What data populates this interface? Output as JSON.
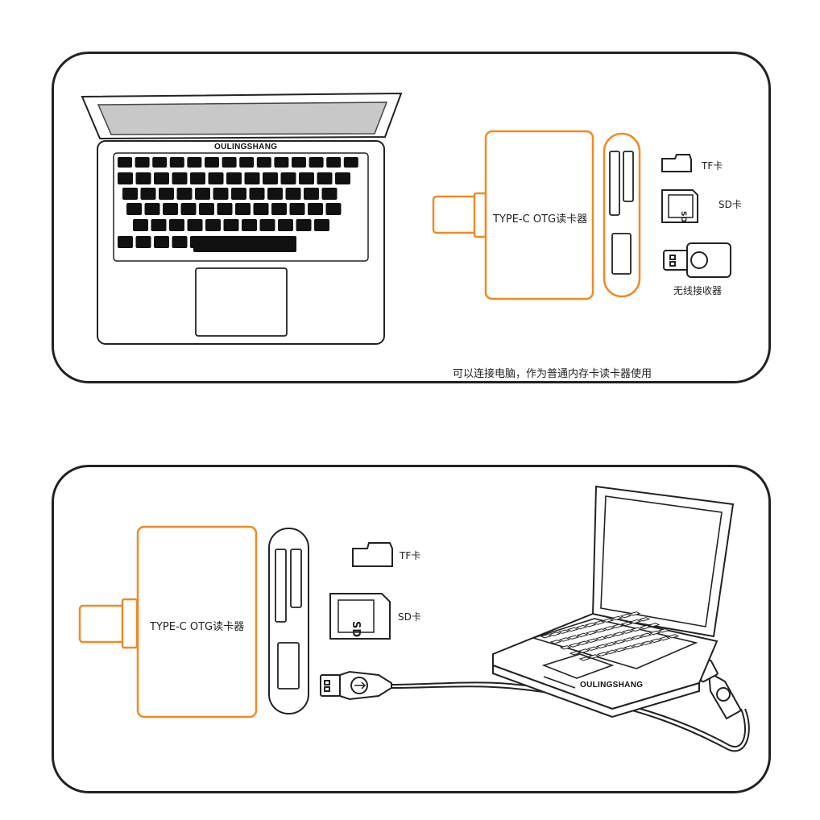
{
  "top_panel": {
    "laptop_brand": "OULINGSHANG",
    "reader_label": "TYPE-C  OTG读卡器",
    "items": {
      "tf": "TF卡",
      "sd": "SD卡",
      "receiver": "无线接收器"
    },
    "caption": "可以连接电脑，作为普通内存卡读卡器使用"
  },
  "bottom_panel": {
    "reader_label": "TYPE-C  OTG读卡器",
    "items": {
      "tf": "TF卡",
      "sd": "SD卡"
    },
    "laptop_brand": "OULINGSHANG"
  },
  "colors": {
    "accent": "#f08a24",
    "line": "#222222",
    "screen": "#c8c8c8"
  }
}
